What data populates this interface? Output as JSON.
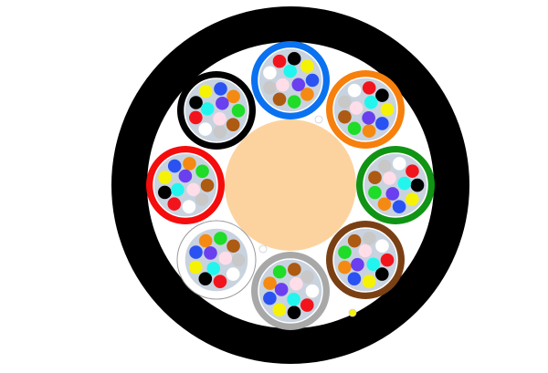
{
  "diagram": {
    "jacket_color": "#000000",
    "inner_background": "#ffffff",
    "central_member_color": "#fcd39f",
    "fiber_colors": {
      "blue": "#2a52f2",
      "orange": "#f58a12",
      "green": "#1edc28",
      "brown": "#ad5a13",
      "slate": "#c8c8c8",
      "white": "#ffffff",
      "red": "#f2141c",
      "black": "#000000",
      "yellow": "#f6f206",
      "violet": "#6a3ff0",
      "rose": "#ffdde9",
      "aqua": "#22f5ee",
      "sky": "#33aef0"
    },
    "tubes": [
      {
        "name": "blue",
        "color": "#0a72f0"
      },
      {
        "name": "orange",
        "color": "#f77f0c"
      },
      {
        "name": "green",
        "color": "#109414"
      },
      {
        "name": "brown",
        "color": "#7a4014"
      },
      {
        "name": "slate",
        "color": "#a8a8a8"
      },
      {
        "name": "white",
        "color": "#ffffff"
      },
      {
        "name": "red",
        "color": "#f50c0c"
      },
      {
        "name": "black",
        "color": "#000000"
      }
    ],
    "filler_dots": [
      {
        "name": "filler-dot",
        "color": "#ffffff"
      },
      {
        "name": "filler-dot",
        "color": "#ffffff"
      },
      {
        "name": "filler-dot",
        "color": "#f6f206"
      }
    ]
  }
}
